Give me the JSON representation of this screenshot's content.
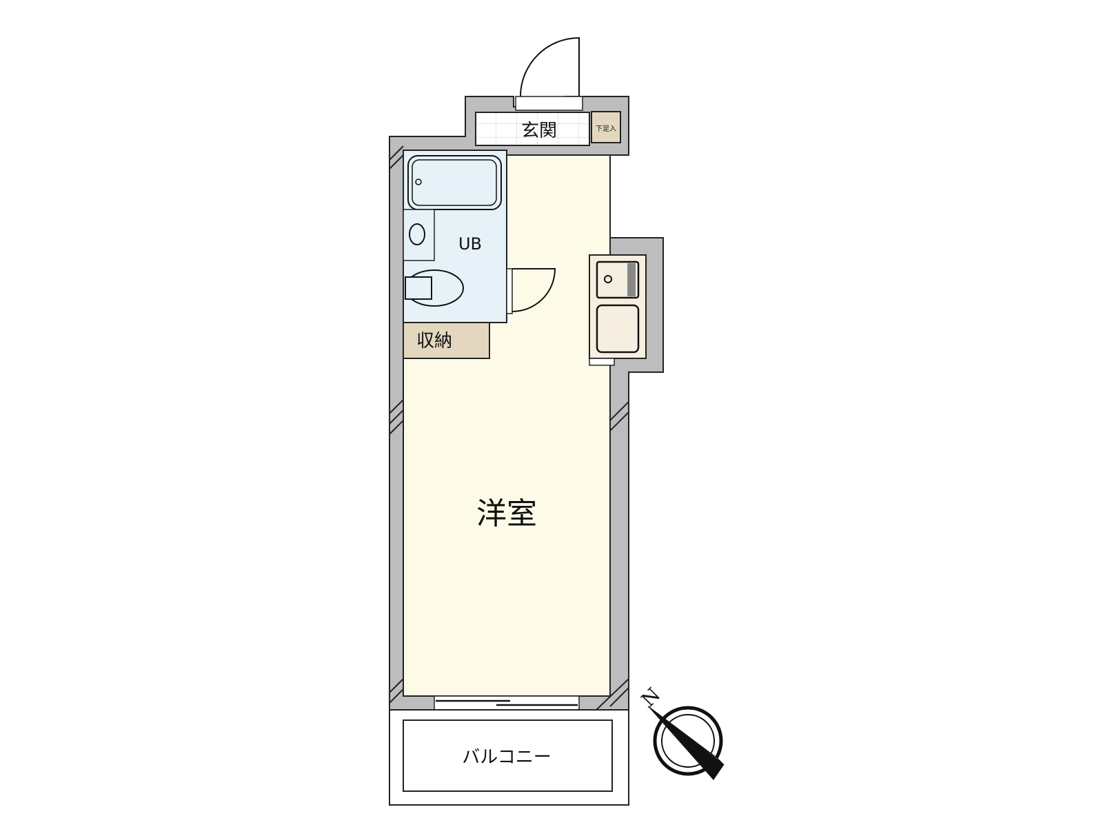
{
  "floorplan": {
    "rooms": {
      "entrance": "玄関",
      "shoe_storage": "下足入",
      "unit_bath": "UB",
      "storage": "収納",
      "western_room": "洋室",
      "balcony": "バルコニー"
    },
    "compass": {
      "label": "N"
    },
    "colors": {
      "wall": "#bdbdbd",
      "western_room_floor": "#fdfbe8",
      "unit_bath_floor": "#e6f1f8",
      "storage_fill": "#e3d8bf",
      "kitchen_fill": "#f6efe1",
      "entrance_tile": "#ffffff"
    }
  }
}
